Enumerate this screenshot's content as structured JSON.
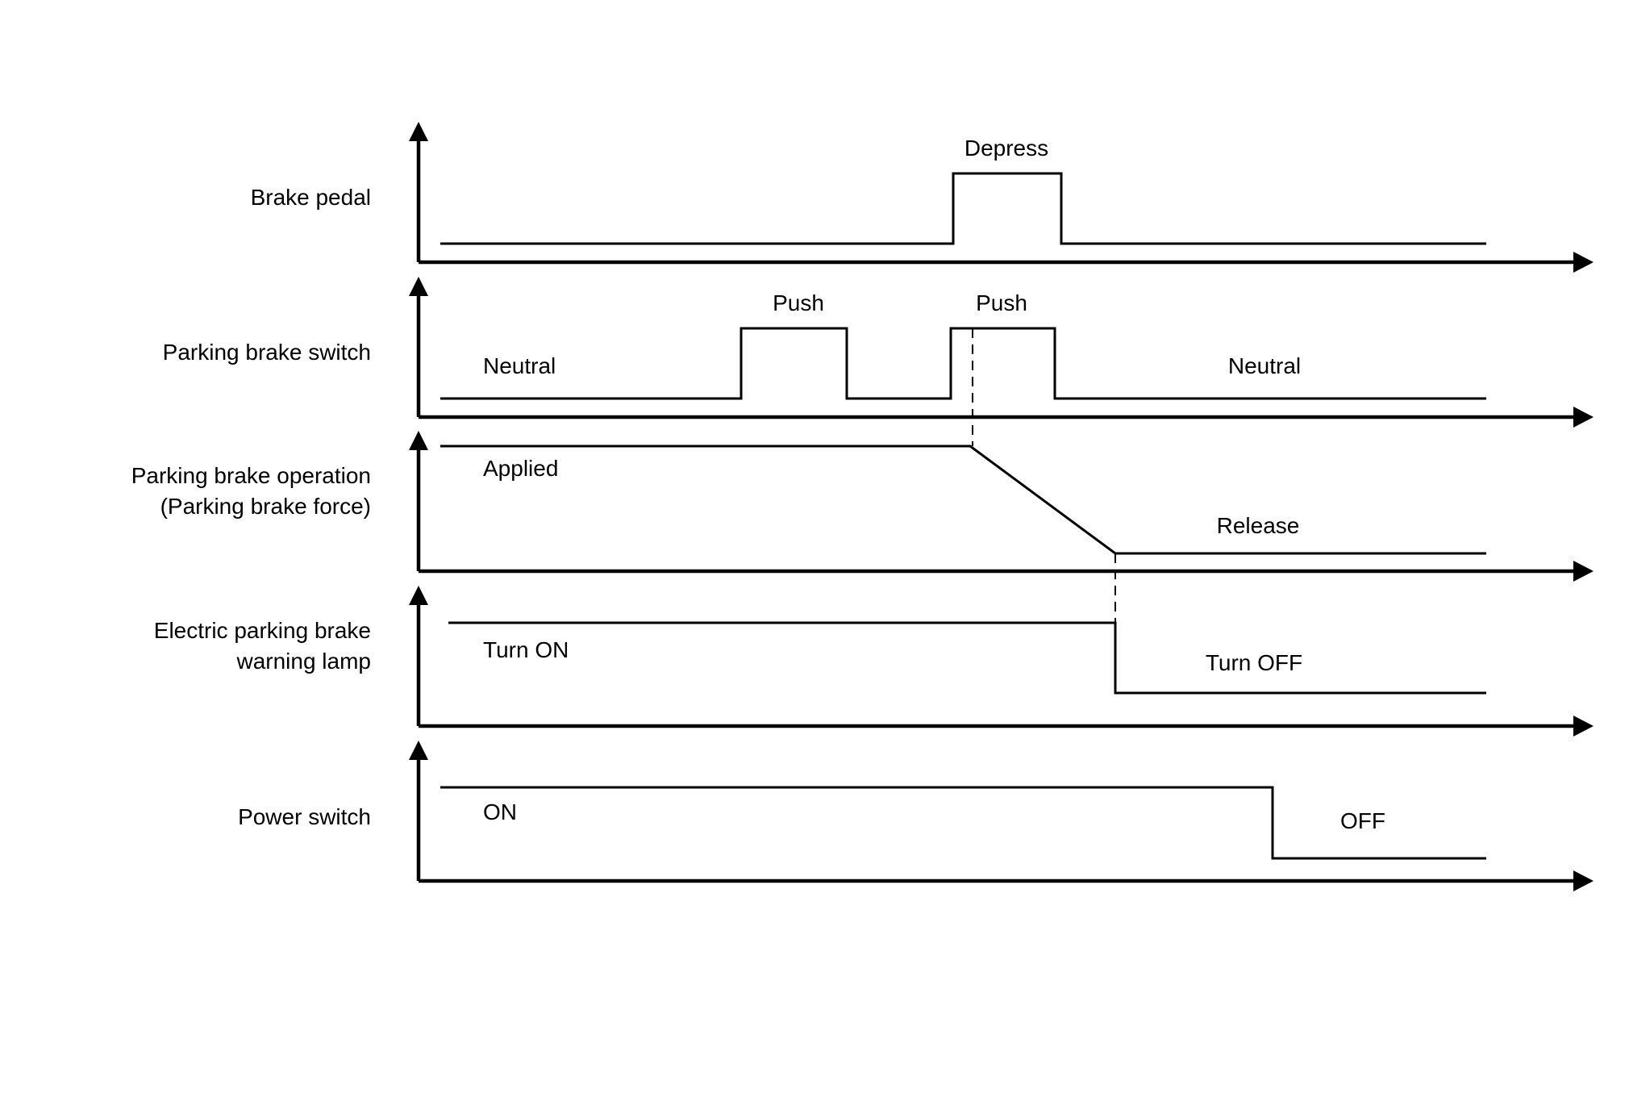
{
  "diagram": {
    "signals": [
      {
        "id": "brake-pedal",
        "label_lines": [
          "Brake pedal"
        ],
        "state_labels": [
          "Depress"
        ]
      },
      {
        "id": "parking-brake-switch",
        "label_lines": [
          "Parking brake switch"
        ],
        "state_labels": [
          "Neutral",
          "Push",
          "Push",
          "Neutral"
        ]
      },
      {
        "id": "parking-brake-operation",
        "label_lines": [
          "Parking brake operation",
          "(Parking brake force)"
        ],
        "state_labels": [
          "Applied",
          "Release"
        ]
      },
      {
        "id": "warning-lamp",
        "label_lines": [
          "Electric parking brake",
          "warning lamp"
        ],
        "state_labels": [
          "Turn ON",
          "Turn OFF"
        ]
      },
      {
        "id": "power-switch",
        "label_lines": [
          "Power switch"
        ],
        "state_labels": [
          "ON",
          "OFF"
        ]
      }
    ],
    "colors": {
      "line": "#000000",
      "background": "#ffffff"
    }
  }
}
